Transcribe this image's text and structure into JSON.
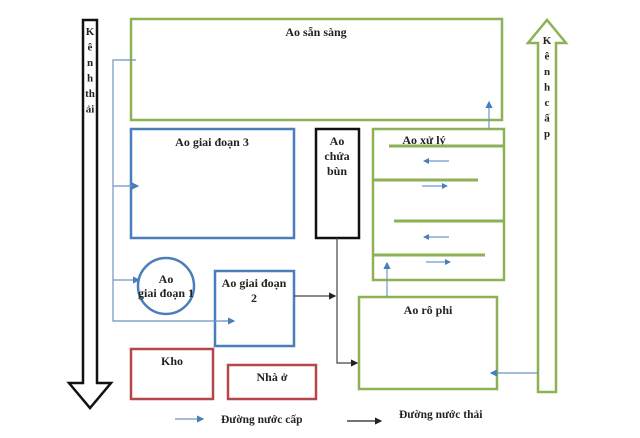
{
  "colors": {
    "green": "#8db255",
    "blue": "#4a7ebb",
    "black": "#111111",
    "red": "#b3474a",
    "supply_line": "#6f95c2",
    "waste_line": "#444444"
  },
  "canals": {
    "waste": {
      "label_chars": [
        "K",
        "ê",
        "n",
        "h",
        "th",
        "ải"
      ],
      "name": "Kênh thải",
      "direction": "down"
    },
    "supply": {
      "label_chars": [
        "K",
        "ê",
        "n",
        "h",
        "c",
        "ấ",
        "p"
      ],
      "name": "Kênh cấp",
      "direction": "up"
    }
  },
  "ponds": {
    "ready": {
      "label": "Ao sẵn sàng"
    },
    "stage3": {
      "label": "Ao giai đoạn 3"
    },
    "sludge": {
      "lines": [
        "Ao",
        "chứa",
        "bùn"
      ]
    },
    "treatment": {
      "label": "Ao xử lý"
    },
    "stage1": {
      "lines": [
        "Ao",
        "giai đoạn 1"
      ]
    },
    "stage2": {
      "lines": [
        "Ao giai đoạn",
        "2"
      ]
    },
    "tilapia": {
      "label": "Ao rô phi"
    },
    "storage": {
      "label": "Kho"
    },
    "house": {
      "label": "Nhà ở"
    }
  },
  "legend": {
    "supply": "Đường nước cấp",
    "waste": "Đường nước thải"
  }
}
